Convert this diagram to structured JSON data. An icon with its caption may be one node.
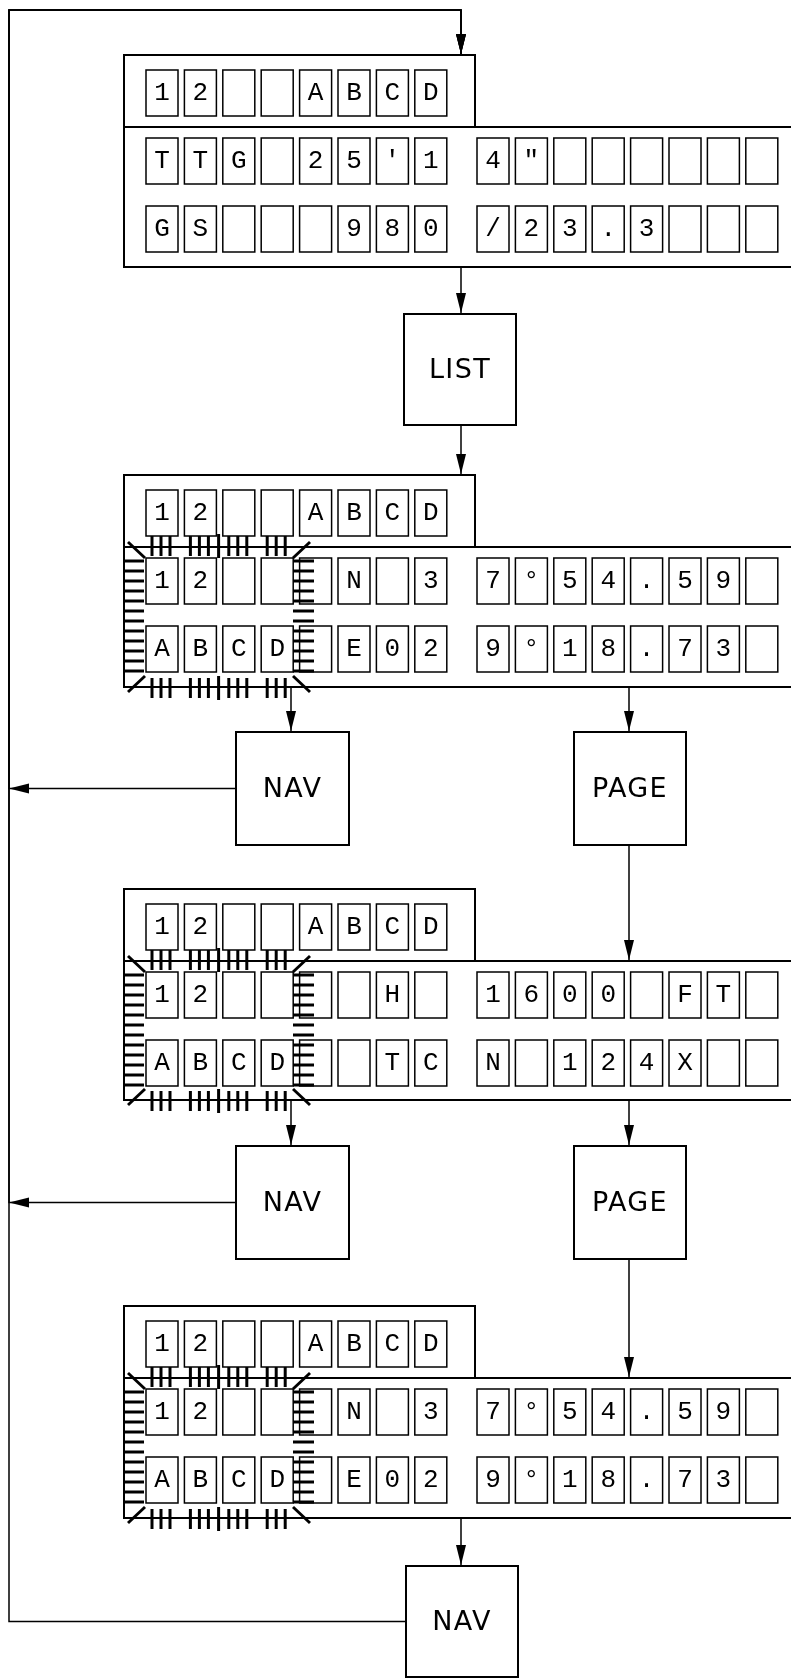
{
  "diagram": {
    "nodes": [
      {
        "text": [
          "12  ABCD"
        ]
      },
      {
        "text": [
          "TTG 25'1",
          "4\"",
          "GS   980",
          "/23.3"
        ]
      },
      {
        "text": [
          "LIST"
        ]
      },
      {
        "text": [
          "12  ABCD"
        ]
      },
      {
        "text": [
          "12   N 3",
          "7°54.59",
          "ABCD E02",
          "9°18.73"
        ]
      },
      {
        "text": [
          "NAV"
        ]
      },
      {
        "text": [
          "PAGE"
        ]
      },
      {
        "text": [
          "12  ABCD"
        ]
      },
      {
        "text": [
          "12    H",
          "1600 FT",
          "ABCD  TC",
          "N 124X"
        ]
      },
      {
        "text": [
          "NAV"
        ]
      },
      {
        "text": [
          "PAGE"
        ]
      },
      {
        "text": [
          "12  ABCD"
        ]
      },
      {
        "text": [
          "12   N 3",
          "7°54.59",
          "ABCD E02",
          "9°18.73"
        ]
      },
      {
        "text": [
          "NAV"
        ]
      }
    ],
    "edges": [
      {
        "from": 1,
        "to": 2,
        "arrow": "to"
      },
      {
        "from": 2,
        "to": 3,
        "arrow": "to"
      },
      {
        "from": 4,
        "to": 5,
        "arrow": "to"
      },
      {
        "from": 4,
        "to": 6,
        "arrow": "to"
      },
      {
        "from": 6,
        "to": 8,
        "arrow": "to"
      },
      {
        "from": 8,
        "to": 9,
        "arrow": "to"
      },
      {
        "from": 8,
        "to": 10,
        "arrow": "to"
      },
      {
        "from": 10,
        "to": 12,
        "arrow": "to"
      },
      {
        "from": 12,
        "to": 13,
        "arrow": "to"
      },
      {
        "from": 5,
        "to": 0,
        "arrow": "to"
      },
      {
        "from": 9,
        "to": 0,
        "arrow": "to"
      },
      {
        "from": 13,
        "to": 0,
        "arrow": "to"
      }
    ]
  }
}
